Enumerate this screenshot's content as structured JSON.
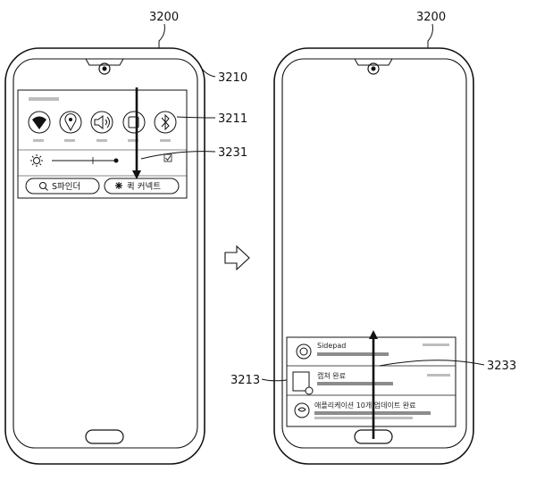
{
  "labels": {
    "left_device": "3200",
    "right_device": "3200",
    "panel": "3210",
    "quick_icons": "3211",
    "swipe_down": "3231",
    "notification_panel": "3213",
    "swipe_up": "3233"
  },
  "quick_panel": {
    "icons": [
      "wifi-icon",
      "location-icon",
      "sound-icon",
      "rotation-icon",
      "bluetooth-icon"
    ],
    "buttons": {
      "finder": "S파인더",
      "connect": "퀵 커넥트"
    }
  },
  "notifications": [
    {
      "icon": "sidepad-icon",
      "title": "Sidepad"
    },
    {
      "icon": "capture-icon",
      "title": "캡쳐 완료"
    },
    {
      "icon": "app-update-icon",
      "title": "애플리케이션 10개 업데이트 완료"
    }
  ],
  "transition_arrow": "right-arrow-icon"
}
